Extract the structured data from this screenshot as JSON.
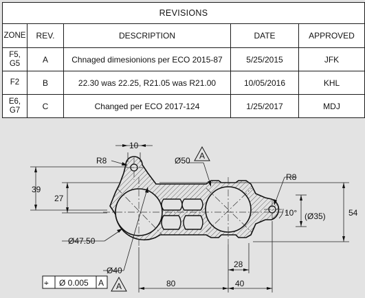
{
  "revisions_table": {
    "title": "REVISIONS",
    "headers": {
      "zone": "ZONE",
      "rev": "REV.",
      "description": "DESCRIPTION",
      "date": "DATE",
      "approved": "APPROVED"
    },
    "rows": [
      {
        "zone_line1": "F5,",
        "zone_line2": "G5",
        "rev": "A",
        "description": "Chnaged dimesionions per ECO 2015-87",
        "date": "5/25/2015",
        "approved": "JFK"
      },
      {
        "zone_line1": "F2",
        "zone_line2": "",
        "rev": "B",
        "description": "22.30 was 22.25, R21.05 was R21.00",
        "date": "10/05/2016",
        "approved": "KHL"
      },
      {
        "zone_line1": "E6,",
        "zone_line2": "G7",
        "rev": "C",
        "description": "Changed per ECO 2017-124",
        "date": "1/25/2017",
        "approved": "MDJ"
      }
    ]
  },
  "drawing": {
    "dimensions": {
      "top_width": "10",
      "left_radius": "R8",
      "right_radius": "R8",
      "big_circle_dia": "Ø50",
      "left_height": "39",
      "inner_height": "27",
      "total_height": "54",
      "small_bore": "(Ø35)",
      "angle": "10°",
      "left_circle_dia": "Ø47.50",
      "offset_28": "28",
      "bottom_dia": "Ø40",
      "span_80": "80",
      "span_40": "40"
    },
    "datum_a_label": "A",
    "feature_control_frame": {
      "symbol": "⌖",
      "tolerance": "Ø 0.005",
      "datum": "A"
    }
  }
}
